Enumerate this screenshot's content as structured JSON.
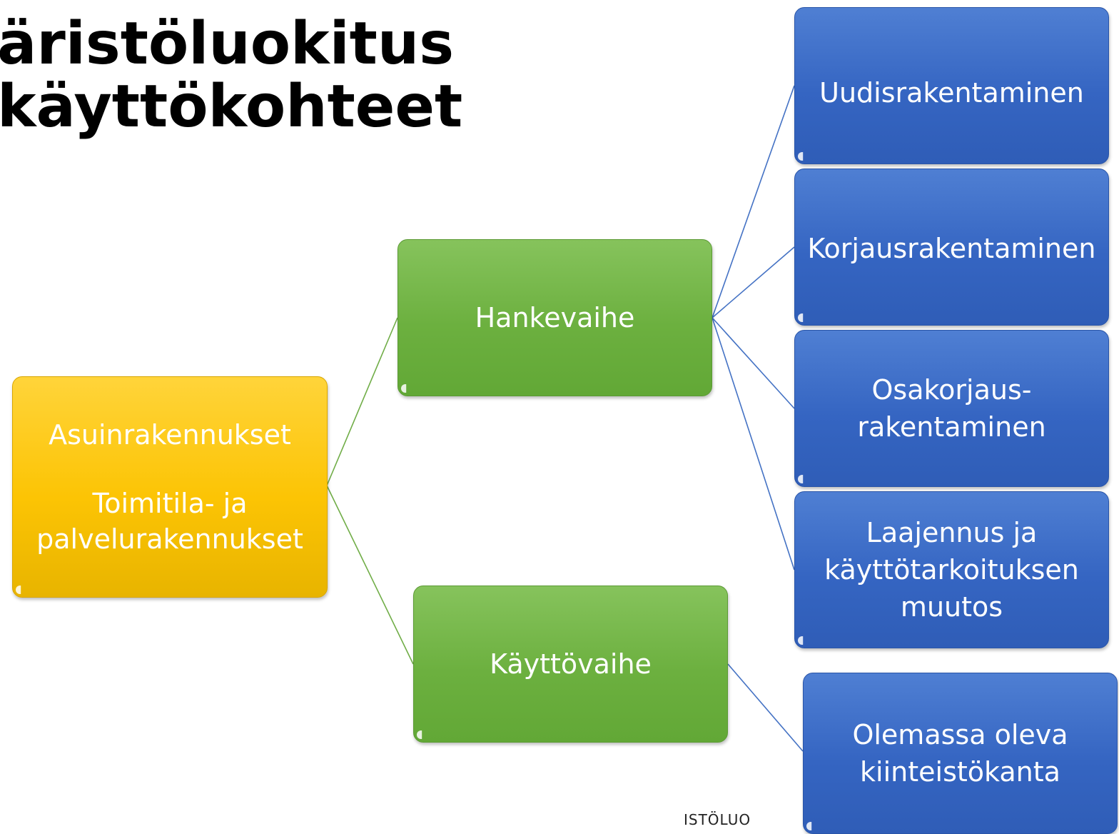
{
  "title": {
    "line1": "äristöluokitus",
    "line2": "käyttökohteet"
  },
  "nodes": {
    "root": {
      "line1": "Asuinrakennukset",
      "line2": "Toimitila- ja\npalvelurakennukset"
    },
    "hankevaihe": {
      "label": "Hankevaihe"
    },
    "kayttovaihe": {
      "label": "Käyttövaihe"
    },
    "uudis": {
      "label": "Uudisrakentaminen"
    },
    "korjaus": {
      "label": "Korjausrakentaminen"
    },
    "osakorjaus": {
      "label": "Osakorjaus-\nrakentaminen"
    },
    "laajennus": {
      "label": "Laajennus ja\nkäyttötarkoituksen\nmuutos"
    },
    "olemassa": {
      "label": "Olemassa oleva\nkiinteistökanta"
    }
  },
  "stamp_text": "ISTÖLUO",
  "colors": {
    "blue": "#3565c2",
    "green": "#6cb03f",
    "yellow": "#fcc404",
    "connector_blue": "#4472c4",
    "connector_green": "#70ad47"
  }
}
